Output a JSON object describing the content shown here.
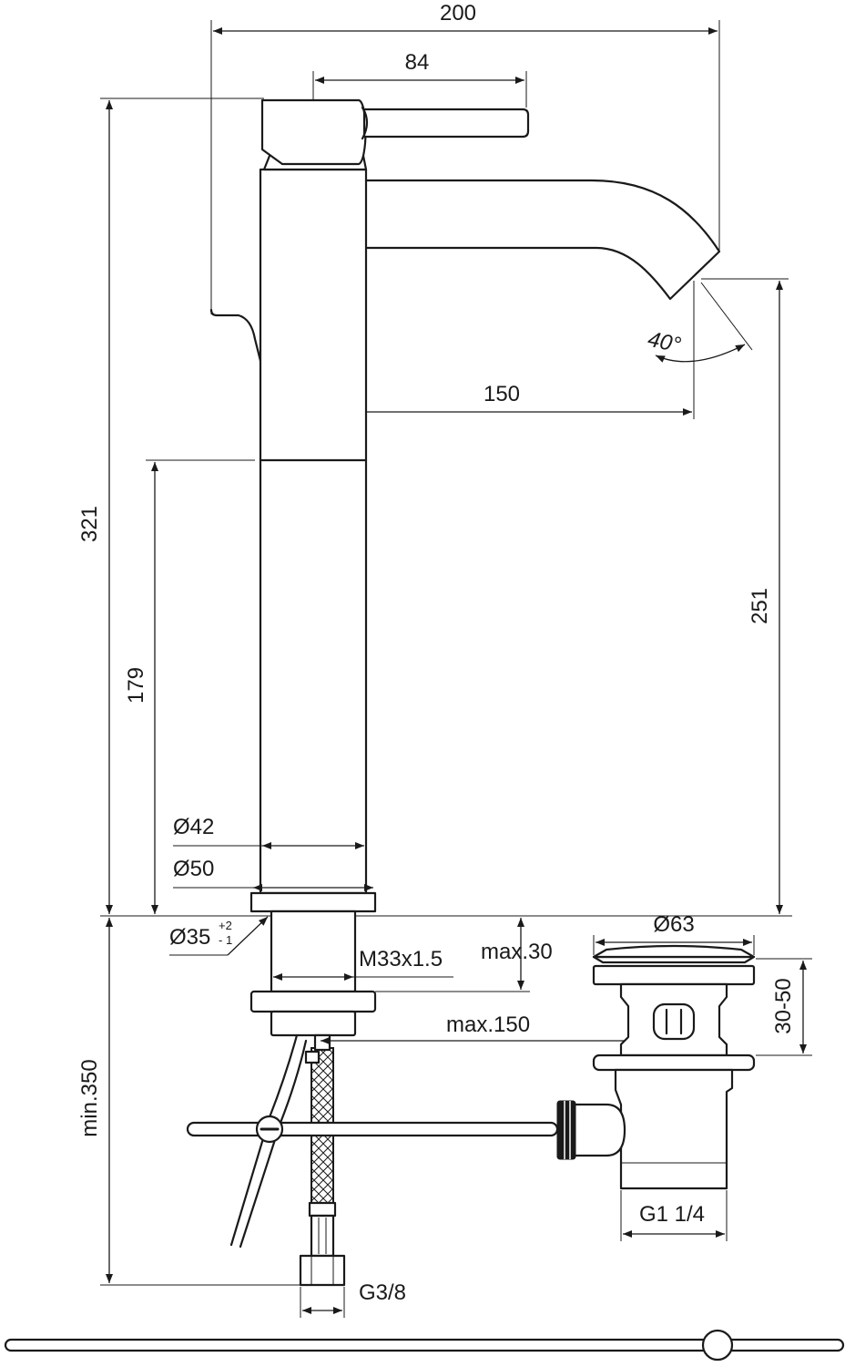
{
  "dimensions": {
    "overall_width": "200",
    "lever_width": "84",
    "overall_height": "321",
    "spout_reach": "150",
    "spout_height": "251",
    "body_height": "179",
    "angle": "40°",
    "body_diameter": "Ø42",
    "base_diameter": "Ø50",
    "hole_diameter": "Ø35",
    "hole_tol_plus": "+2",
    "hole_tol_minus": "- 1",
    "thread": "M33x1.5",
    "max_thickness": "max.30",
    "max_distance": "max.150",
    "waste_diameter": "Ø63",
    "waste_height": "30-50",
    "min_length": "min.350",
    "waste_thread": "G1 1/4",
    "hose_thread": "G3/8"
  },
  "colors": {
    "line": "#1a1a1a",
    "background": "#ffffff"
  }
}
